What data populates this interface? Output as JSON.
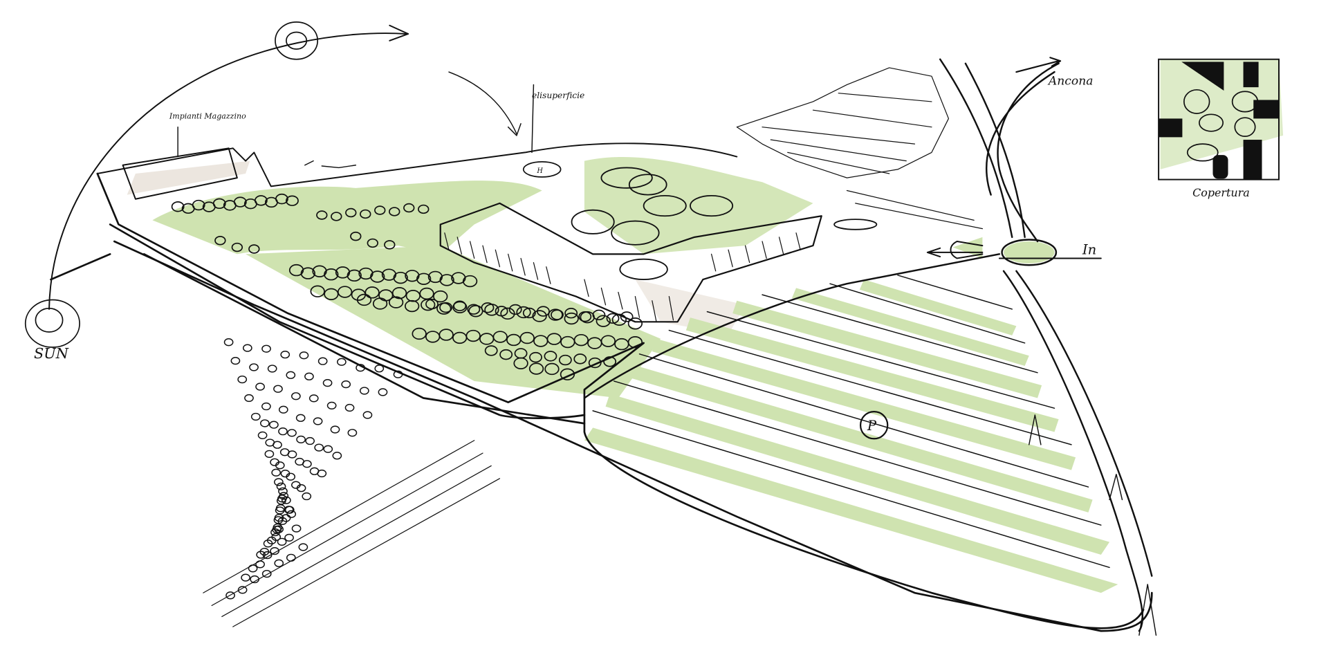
{
  "sketch": {
    "labels": {
      "sun_start": "SUN",
      "warehouse": "Impianti Magazzino",
      "heliport": "elisuperficie",
      "direction_city": "Ancona",
      "entrance": "In",
      "roof_plan": "Copertura",
      "parking": "P"
    },
    "colors": {
      "green": "#cfe3b0",
      "beige": "#ece6df",
      "ink": "#111111"
    }
  }
}
